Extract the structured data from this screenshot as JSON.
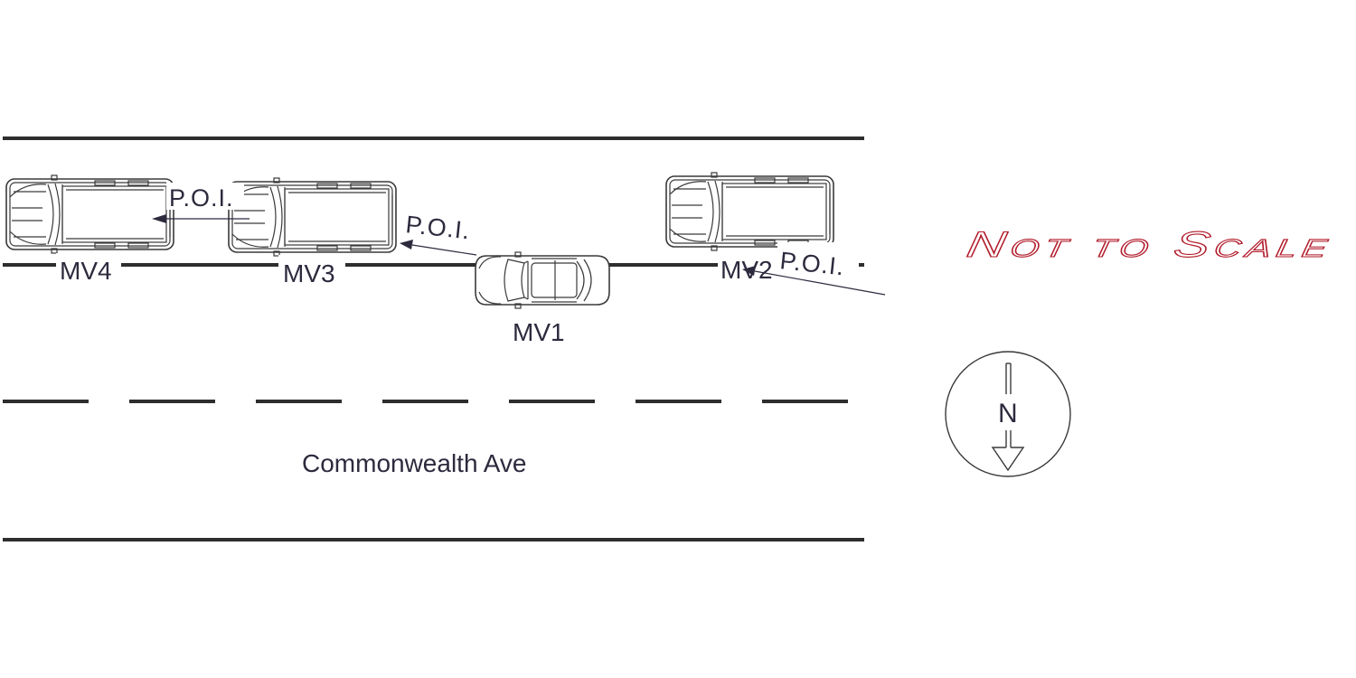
{
  "street_name": "Commonwealth Ave",
  "vehicles": {
    "mv1": "MV1",
    "mv2": "MV2",
    "mv3": "MV3",
    "mv4": "MV4"
  },
  "poi_labels": {
    "mv4": "P.O.I.",
    "mv3": "P.O.I.",
    "mv2": "P.O.I."
  },
  "scale_note": "Not to Scale",
  "north": "N",
  "colors": {
    "lines": "#2e2e2e",
    "labels": "#2d2a3e",
    "scale_note_outline": "#b11a2a"
  }
}
